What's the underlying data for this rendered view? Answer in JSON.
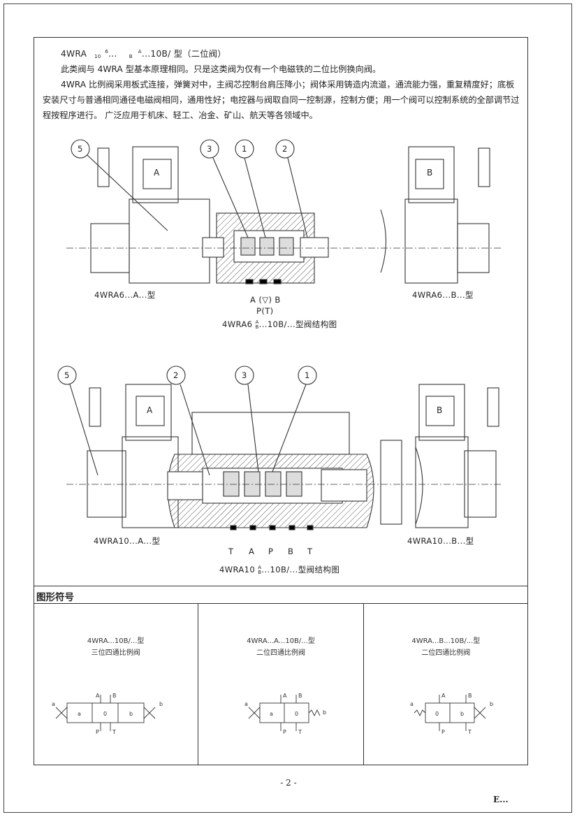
{
  "intro": {
    "model_line_prefix": "4WRA",
    "model_sub_top": "6",
    "model_sub_bot": "10",
    "model_mid": "... ",
    "model_frac_top": "A",
    "model_frac_bot": "B",
    "model_suffix": "...10B/ 型（二位阀）",
    "para1": "此类阀与 4WRA 型基本原理相同。只是这类阀为仅有一个电磁铁的二位比例换向阀。",
    "para2": "4WRA 比例阀采用板式连接，弹簧对中，主阀芯控制台肩压降小；阀体采用铸造内流道，通流能力强，重复精度好；底板安装尺寸与普通相同通径电磁阀相同，通用性好；电控器与阀取自同一控制源，控制方便；用一个阀可以控制系统的全部调节过程按程序进行。 广泛应用于机床、轻工、冶金、矿山、航天等各领域中。"
  },
  "diagram6": {
    "callouts": [
      "5",
      "3",
      "1",
      "2"
    ],
    "solenoid_left": "A",
    "solenoid_right": "B",
    "label_left": "4WRA6...A...型",
    "label_right": "4WRA6...B...型",
    "port_line1": "A (▽) B",
    "port_line2": "P(T)",
    "caption_prefix": "4WRA6",
    "caption_frac_top": "A",
    "caption_frac_bot": "B",
    "caption_suffix": "...10B/...型阀结构图"
  },
  "diagram10": {
    "callouts": [
      "5",
      "2",
      "3",
      "1"
    ],
    "solenoid_left": "A",
    "solenoid_right": "B",
    "label_left": "4WRA10...A...型",
    "label_right": "4WRA10...B...型",
    "ports": [
      "T",
      "A",
      "P",
      "B",
      "T"
    ],
    "caption_prefix": "4WRA10",
    "caption_frac_top": "A",
    "caption_frac_bot": "B",
    "caption_suffix": "...10B/...型阀结构图"
  },
  "symbols": {
    "section_title": "图形符号",
    "cells": [
      {
        "title": "4WRA...10B/...型",
        "subtitle": "三位四通比例阀",
        "sol_a": "a",
        "sol_b": "b",
        "box_labels": [
          "a",
          "0",
          "b"
        ],
        "ports": [
          "A",
          "B",
          "P",
          "T"
        ]
      },
      {
        "title": "4WRA...A...10B/...型",
        "subtitle": "二位四通比例阀",
        "sol_a": "a",
        "sol_b": "b",
        "box_labels": [
          "a",
          "0"
        ],
        "ports": [
          "A",
          "B",
          "P",
          "T"
        ]
      },
      {
        "title": "4WRA...B...10B/...型",
        "subtitle": "二位四通比例阀",
        "sol_a": "a",
        "sol_b": "b",
        "box_labels": [
          "0",
          "b"
        ],
        "ports": [
          "A",
          "B",
          "P",
          "T"
        ]
      }
    ]
  },
  "footer": {
    "page_number": "- 2 -",
    "corner_mark": "E..."
  }
}
